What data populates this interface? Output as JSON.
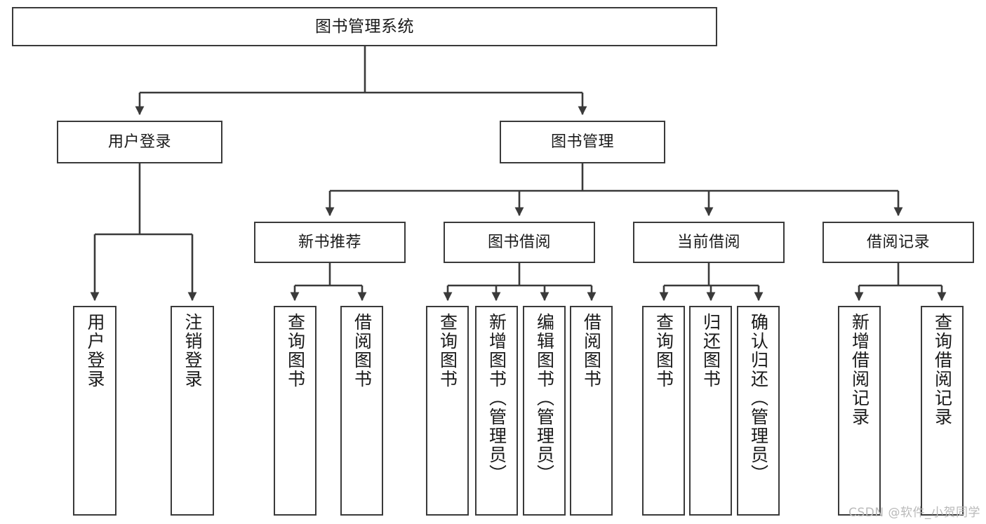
{
  "diagram": {
    "title": "图书管理系统",
    "watermark": "CSDN @软件_小贺同学",
    "nodes": {
      "root": {
        "label": "图书管理系统"
      },
      "level2": [
        {
          "id": "user-login",
          "label": "用户登录"
        },
        {
          "id": "book-management",
          "label": "图书管理"
        }
      ],
      "level3": [
        {
          "id": "new-book-recommend",
          "label": "新书推荐"
        },
        {
          "id": "book-borrow",
          "label": "图书借阅"
        },
        {
          "id": "current-borrow",
          "label": "当前借阅"
        },
        {
          "id": "borrow-record",
          "label": "借阅记录"
        }
      ],
      "leaves": {
        "user_login": [
          {
            "id": "leaf-user-login",
            "label": "用户登录"
          },
          {
            "id": "leaf-logout-login",
            "label": "注销登录"
          }
        ],
        "new_book_recommend": [
          {
            "id": "leaf-query-book-1",
            "label": "查询图书"
          },
          {
            "id": "leaf-borrow-book-1",
            "label": "借阅图书"
          }
        ],
        "book_borrow": [
          {
            "id": "leaf-query-book-2",
            "label": "查询图书"
          },
          {
            "id": "leaf-add-book",
            "label": "新增图书（管理员）"
          },
          {
            "id": "leaf-edit-book",
            "label": "编辑图书（管理员）"
          },
          {
            "id": "leaf-borrow-book-2",
            "label": "借阅图书"
          }
        ],
        "current_borrow": [
          {
            "id": "leaf-query-book-3",
            "label": "查询图书"
          },
          {
            "id": "leaf-return-book",
            "label": "归还图书"
          },
          {
            "id": "leaf-confirm-return",
            "label": "确认归还（管理员）"
          }
        ],
        "borrow_record": [
          {
            "id": "leaf-add-record",
            "label": "新增借阅记录"
          },
          {
            "id": "leaf-query-record",
            "label": "查询借阅记录"
          }
        ]
      }
    },
    "colors": {
      "border": "#3a3a3a",
      "text": "#1a1a1a",
      "background": "#ffffff",
      "watermark": "#b9b9b9"
    }
  }
}
